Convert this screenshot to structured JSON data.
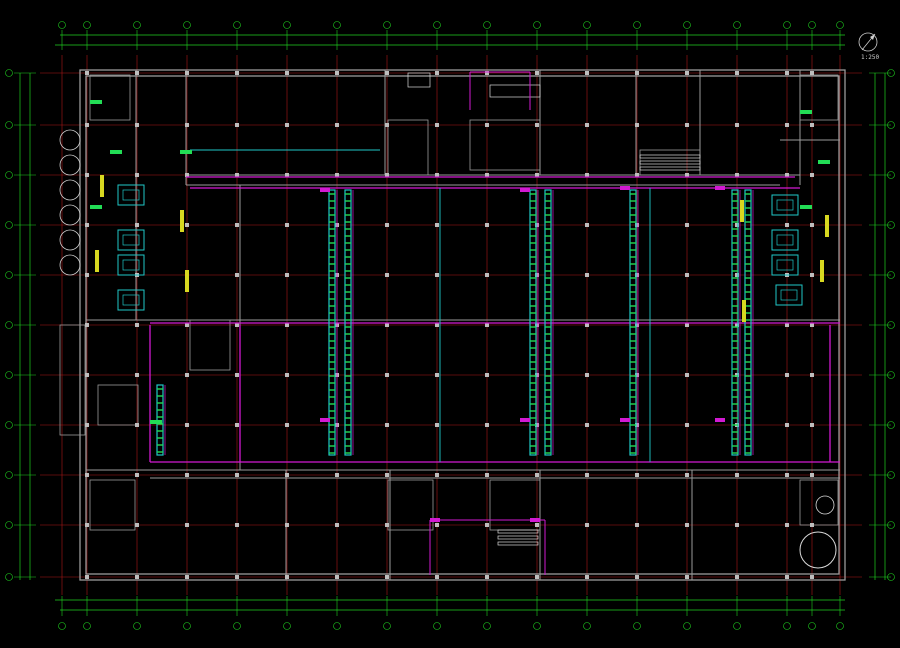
{
  "drawing": {
    "scale_label": "1:250",
    "compass": "north-arrow-icon",
    "background": "#000000"
  },
  "colors": {
    "gridline": "#b01818",
    "dimension": "#1fd11f",
    "wall": "#9a9a9a",
    "pipe_magenta": "#d21ad2",
    "pipe_cyan": "#1fc8c8",
    "equipment_green": "#22dd55",
    "equipment_yellow": "#d8d820",
    "column": "#bdbdbd"
  },
  "layers": {
    "axis_grid": "axis-grid",
    "walls": "walls",
    "process_lines": "process-lines",
    "equipment": "equipment"
  }
}
